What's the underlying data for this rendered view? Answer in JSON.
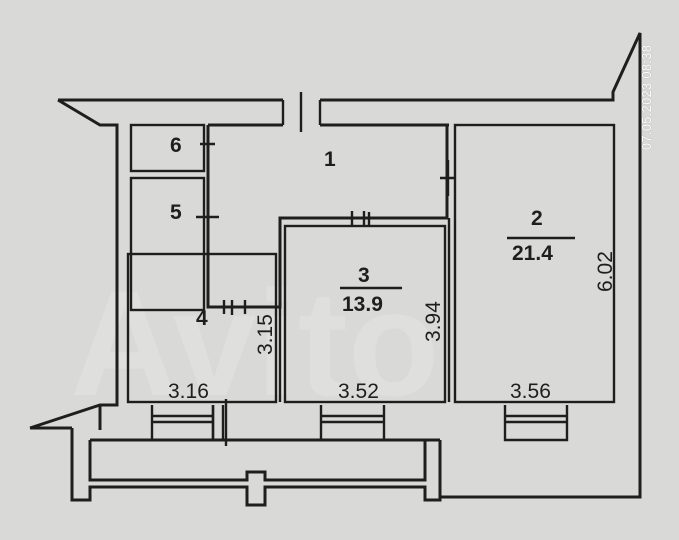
{
  "plan": {
    "rooms": [
      {
        "id": "1",
        "number": "1",
        "area": null
      },
      {
        "id": "2",
        "number": "2",
        "area": "21.4",
        "dimension": "6.02",
        "width": "3.56"
      },
      {
        "id": "3",
        "number": "3",
        "area": "13.9",
        "dimension": "3.94",
        "width": "3.52"
      },
      {
        "id": "4",
        "number": "4",
        "area": null,
        "dimension": "3.15",
        "width": "3.16"
      },
      {
        "id": "5",
        "number": "5",
        "area": null
      },
      {
        "id": "6",
        "number": "6",
        "area": null
      }
    ],
    "watermark": "Avito",
    "timestamp": "07.05.2023  08:38",
    "colors": {
      "paper": "#d9d9d7",
      "ink": "#1e1e1e"
    }
  }
}
